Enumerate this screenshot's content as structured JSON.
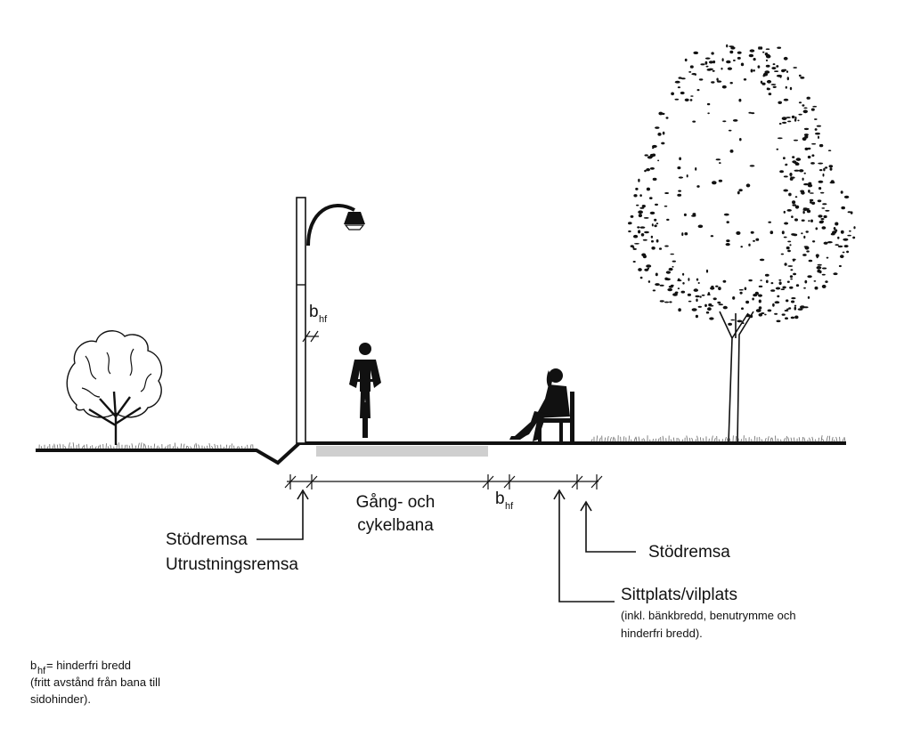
{
  "labels": {
    "bhf_top": "b",
    "bhf_top_sub": "hf",
    "path": [
      "Gång- och",
      "cykelbana"
    ],
    "bhf_mid": "b",
    "bhf_mid_sub": "hf",
    "stodremsa_left": "Stödremsa",
    "utrustningsremsa": "Utrustningsremsa",
    "stodremsa_right": "Stödremsa",
    "sittplats": "Sittplats/vilplats",
    "sittplats_note": [
      "(inkl. bänkbredd, benutrymme och",
      "hinderfri bredd)."
    ]
  },
  "legend": {
    "symbol": "b",
    "symbol_sub": "hf",
    "definition": " = hinderfri bredd",
    "note": [
      "(fritt avstånd från bana till",
      "sidohinder)."
    ]
  },
  "illustrations": [
    "bush-icon",
    "lamp-post-icon",
    "cyclist-icon",
    "seated-person-icon",
    "bench-icon",
    "tree-icon"
  ],
  "colors": {
    "ink": "#111111",
    "path_surface": "#cfcfcf",
    "background": "#ffffff"
  }
}
